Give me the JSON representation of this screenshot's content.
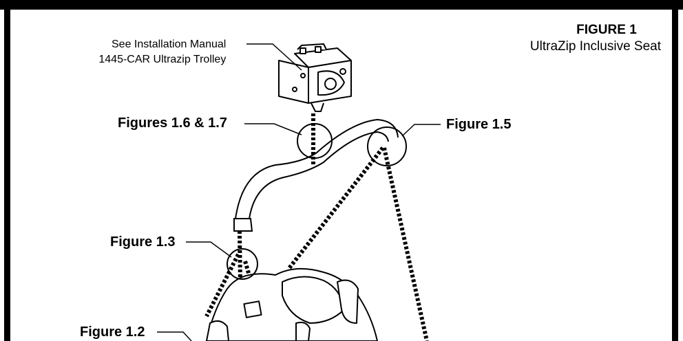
{
  "figure": {
    "title": "FIGURE 1",
    "subtitle": "UltraZip Inclusive Seat"
  },
  "callouts": {
    "installation_line1": "See Installation Manual",
    "installation_line2": "1445-CAR Ultrazip Trolley",
    "fig_1_6_1_7": "Figures 1.6 & 1.7",
    "fig_1_5": "Figure 1.5",
    "fig_1_3": "Figure 1.3",
    "fig_1_2": "Figure 1.2"
  }
}
